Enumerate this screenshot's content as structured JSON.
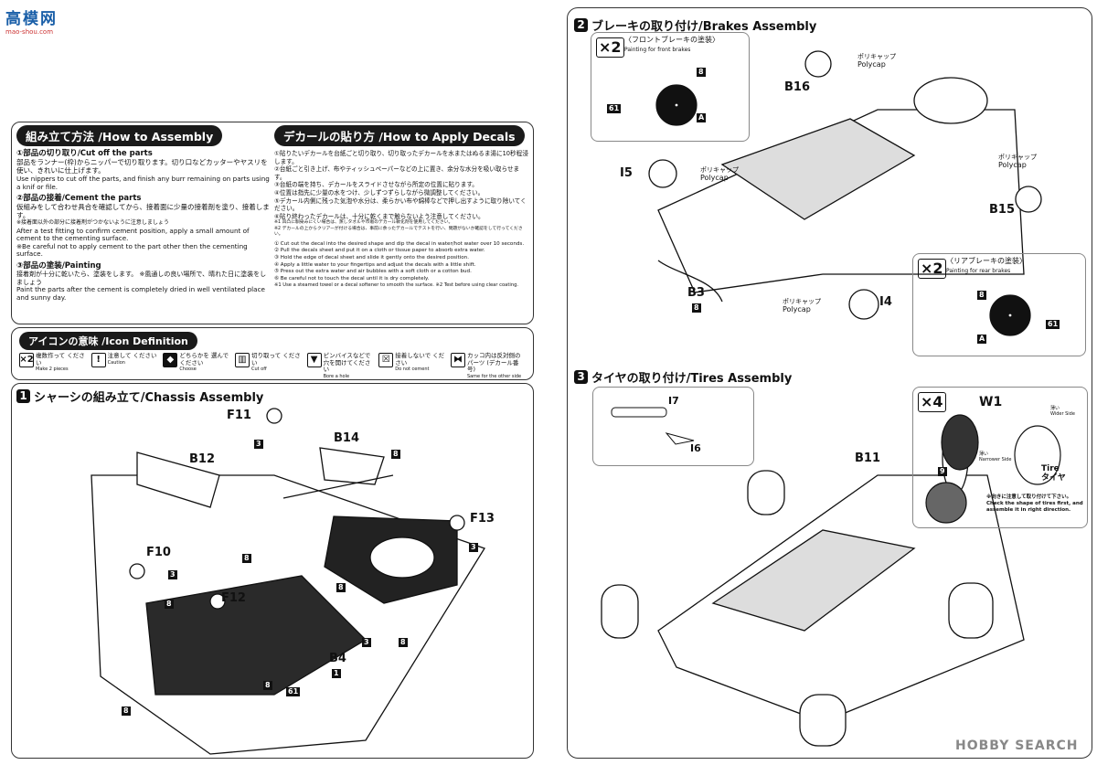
{
  "watermark_top": {
    "logo": "高模网",
    "url": "mao-shou.com"
  },
  "watermark_bottom": "HOBBY SEARCH",
  "how_to_assembly": {
    "title": "組み立て方法 /How to Assembly",
    "steps": [
      {
        "heading": "①部品の切り取り/Cut off the parts",
        "jp": "部品をランナー(枠)からニッパーで切り取ります。切り口などカッターやヤスリを使い、きれいに仕上げます。",
        "en": "Use nippers to cut off the parts, and finish any burr remaining on parts using a knif or file.",
        "note": ""
      },
      {
        "heading": "②部品の接着/Cement the parts",
        "jp": "仮組みをして合わせ具合を確認してから、接着面に少量の接着剤を塗り、接着します。",
        "jp_note": "※接着面以外の部分に接着剤がつかないように注意しましょう",
        "en": "After a test fitting to confirm cement position, apply a small amount of cement to the cementing surface.",
        "note": "※Be careful not to apply cement to the part other then the cementing surface."
      },
      {
        "heading": "③部品の塗装/Painting",
        "jp": "接着剤が十分に乾いたら、塗装をします。 ※風通しの良い場所で、晴れた日に塗装をしましょう",
        "en": "Paint the parts after the cement is completely dried in well ventilated place and sunny day.",
        "note": ""
      }
    ]
  },
  "decals": {
    "title": "デカールの貼り方 /How to Apply Decals",
    "jp": [
      "①貼りたいデカールを台紙ごと切り取り、切り取ったデカールを水またはぬるま湯に10秒程浸します。",
      "②台紙ごと引き上げ、布やティッシュペーパーなどの上に置き、余分な水分を吸い取らせます。",
      "③台紙の端を持ち、デカールをスライドさせながら所定の位置に貼ります。",
      "④位置は指先に少量の水をつけ、少しずつずらしながら微調整してください。",
      "⑤デカール内側に残った気泡や水分は、柔らかい布や綿棒などで押し出すように取り除いてください。",
      "⑥貼り終わったデカールは、十分に乾くまで触らないよう注意してください。",
      "※1 凹凸に馴染みにくい場合は、蒸しタオルや市販のデカール軟化剤を使用してください。",
      "※2 デカールの上からクリアーが付ける場合は、事前に余ったデカールでテストを行い、問題がないか確認をして行ってください。"
    ],
    "en": [
      "① Cut out the decal into the desired shape and dip the decal in water/hot water over 10 seconds.",
      "② Pull the decals sheet and put it on a cloth or tissue paper to absorb  extra water.",
      "③ Hold the edge of decal sheet and slide it gently onto the desired position.",
      "④ Apply a little water to your fingertips and adjust the decals with a little shift.",
      "⑤ Press out the extra water and air bubbles with a soft cloth or a cotton bud.",
      "⑥ Be careful not to touch the decal until it is dry completely.",
      "※1 Use a steamed towel or a decal softener to smooth the surface.  ※2 Test before using clear coating."
    ]
  },
  "icon_definition": {
    "title": "アイコンの意味 /Icon Definition",
    "items": [
      {
        "icon": "x2",
        "jp": "複数作って ください",
        "en": "Make 2 pieces"
      },
      {
        "icon": "caution",
        "jp": "注意して ください",
        "en": "Caution"
      },
      {
        "icon": "choose",
        "jp": "どちらかを 選んでください",
        "en": "Choose"
      },
      {
        "icon": "cut-off",
        "jp": "切り取って ください",
        "en": "Cut off"
      },
      {
        "icon": "drill",
        "jp": "ピンバイスなどで 穴を開けてください",
        "en": "Bore a hole"
      },
      {
        "icon": "no-cement",
        "jp": "接着しないで ください",
        "en": "Do not cement"
      },
      {
        "icon": "mirror",
        "jp": "カッコ内は反対側のパーツ (デカール番号)",
        "en": "Same for the other side"
      }
    ]
  },
  "chassis": {
    "number": "1",
    "title": "シャーシの組み立て/Chassis Assembly",
    "parts": [
      "F11",
      "B14",
      "B12",
      "F13",
      "F10",
      "F12",
      "B4"
    ],
    "codes": [
      "3",
      "8",
      "8",
      "3",
      "3",
      "8",
      "8",
      "3",
      "8",
      "8",
      "8",
      "61",
      "1"
    ]
  },
  "brakes": {
    "number": "2",
    "title": "ブレーキの取り付け/Brakes Assembly",
    "front": {
      "mult": "×2",
      "title": "〈フロントブレーキの塗装〉",
      "subtitle": "Painting for front brakes",
      "tags": [
        "8",
        "61",
        "A"
      ]
    },
    "rear": {
      "mult": "×2",
      "title": "〈リアブレーキの塗装〉",
      "subtitle": "Painting for rear brakes",
      "tags": [
        "8",
        "A",
        "61"
      ]
    },
    "parts": [
      "B16",
      "I5",
      "B15",
      "B3",
      "I4"
    ],
    "polycap": [
      "ポリキャップ",
      "Polycap"
    ],
    "codes": [
      "8"
    ]
  },
  "tires": {
    "number": "3",
    "title": "タイヤの取り付け/Tires Assembly",
    "inset_parts": [
      "I7",
      "I6"
    ],
    "parts": [
      "B11"
    ],
    "wheel": {
      "mult": "×4",
      "part": "W1",
      "wider_jp": "薄い",
      "wider": "Wider Side",
      "narrower_jp": "薄い",
      "narrower": "Narrower Side",
      "tire": "Tire",
      "tire_jp": "タイヤ",
      "tag": "9",
      "note_jp": "※向きに注意して取り付けて下さい。",
      "note": "Check the shape of tires first, and assemble it in right direction."
    }
  },
  "colors": {
    "ink": "#111111",
    "border": "#333333",
    "paper": "#ffffff"
  }
}
